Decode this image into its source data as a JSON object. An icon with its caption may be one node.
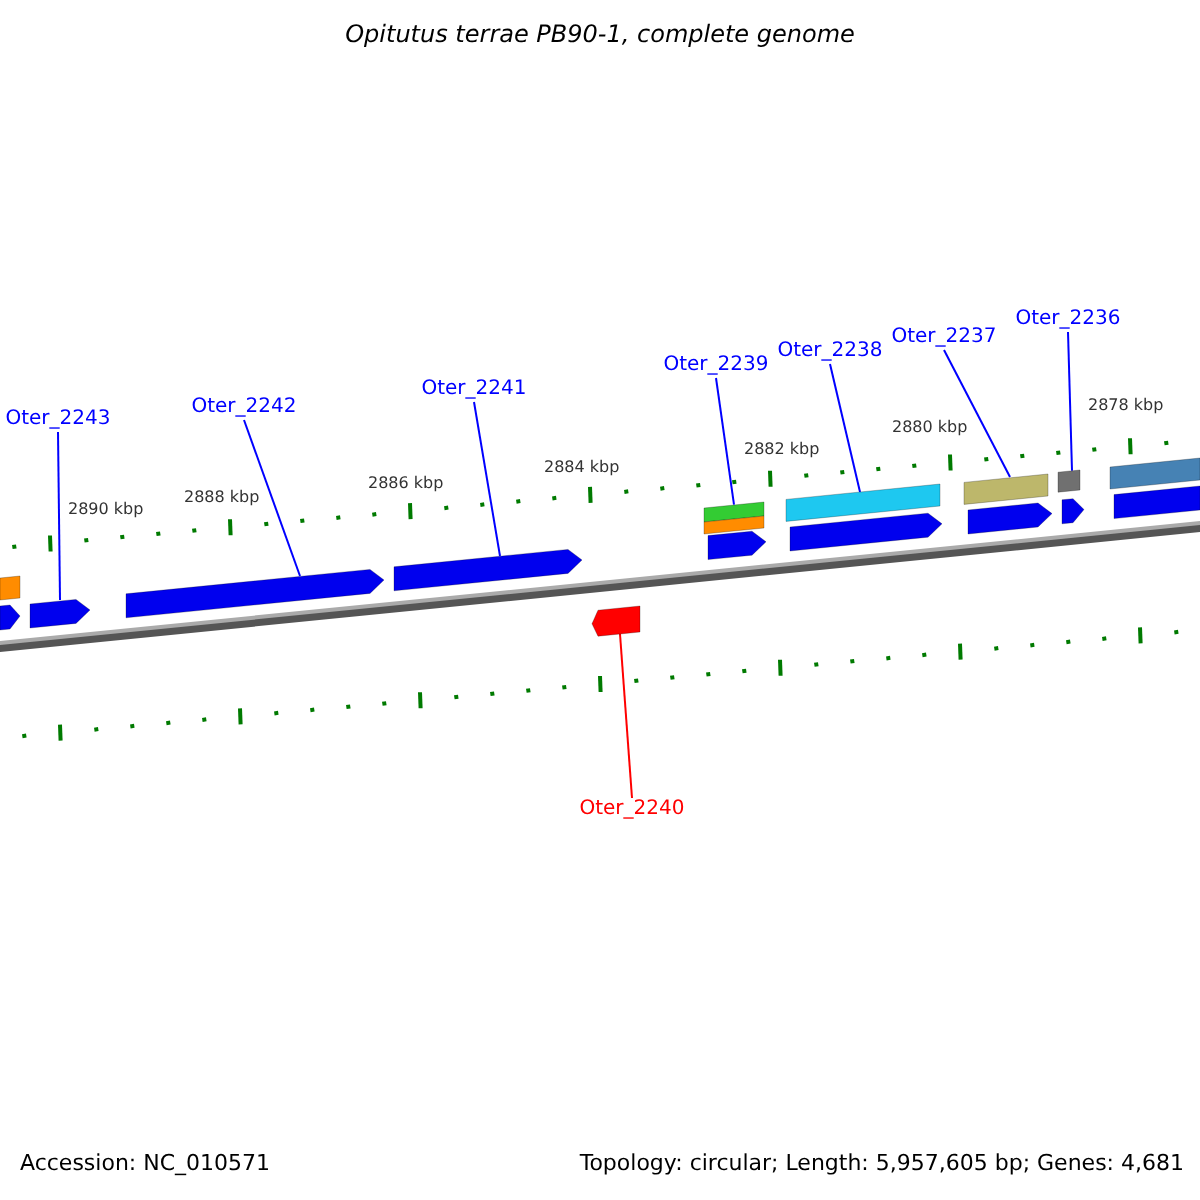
{
  "diagram": {
    "title": "Opitutus terrae PB90-1, complete genome",
    "nodes": [
      {
        "text": [
          "Oter_2243"
        ]
      },
      {
        "text": [
          "Oter_2242"
        ]
      },
      {
        "text": [
          "Oter_2241"
        ]
      },
      {
        "text": [
          "Oter_2239"
        ]
      },
      {
        "text": [
          "Oter_2238"
        ]
      },
      {
        "text": [
          "Oter_2237"
        ]
      },
      {
        "text": [
          "Oter_2236"
        ]
      },
      {
        "text": [
          "Oter_2240"
        ]
      },
      {
        "text": [],
        "shape": "arrow"
      },
      {
        "text": [],
        "shape": "arrow"
      },
      {
        "text": [],
        "shape": "arrow"
      },
      {
        "text": [],
        "shape": "arrow"
      },
      {
        "text": [],
        "shape": "arrow"
      },
      {
        "text": [],
        "shape": "arrow"
      },
      {
        "text": [],
        "shape": "arrow"
      },
      {
        "text": [],
        "shape": "arrow"
      },
      {
        "text": [],
        "shape": "arrow"
      },
      {
        "text": [],
        "shape": "arrow"
      }
    ],
    "edges": [
      {
        "from": 0,
        "to": 9,
        "arrow": "none"
      },
      {
        "from": 1,
        "to": 10,
        "arrow": "none"
      },
      {
        "from": 2,
        "to": 11,
        "arrow": "none"
      },
      {
        "from": 3,
        "to": 13,
        "arrow": "none"
      },
      {
        "from": 4,
        "to": 14,
        "arrow": "none"
      },
      {
        "from": 5,
        "to": 15,
        "arrow": "none"
      },
      {
        "from": 6,
        "to": 16,
        "arrow": "none"
      },
      {
        "from": 7,
        "to": 12,
        "arrow": "none",
        "color": "#ff0000"
      }
    ],
    "labels": [
      "2890 kbp",
      "2888 kbp",
      "2886 kbp",
      "2884 kbp",
      "2882 kbp",
      "2880 kbp",
      "2878 kbp",
      "Accession: NC_010571",
      "Topology: circular; Length: 5,957,605 bp; Genes: 4,681"
    ]
  }
}
